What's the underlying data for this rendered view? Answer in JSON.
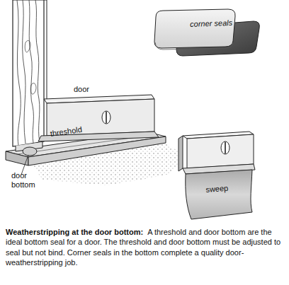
{
  "diagram": {
    "title": "Weatherstripping at the door bottom:",
    "caption": "A threshold and door bottom are the ideal bottom seal for a door. The threshold and door bottom must be adjusted to seal but not bind. Corner seals in the bottom complete a quality door-weatherstripping job.",
    "labels": [
      "corner seals",
      "door",
      "threshold",
      "door bottom",
      "sweep"
    ]
  }
}
